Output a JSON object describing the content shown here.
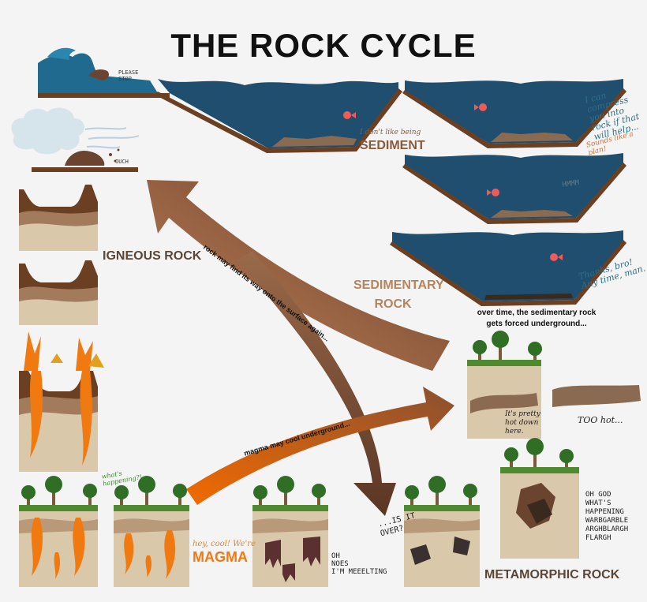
{
  "title": "THE ROCK CYCLE",
  "labels": {
    "sediment": "SEDIMENT",
    "igneous": "IGNEOUS ROCK",
    "sedimentary_line1": "SEDIMENTARY",
    "sedimentary_line2": "ROCK",
    "magma": "MAGMA",
    "metamorphic": "METAMORPHIC ROCK"
  },
  "arrows": {
    "surface": "rock may find its way onto the surface again...",
    "underground": "magma may cool underground..."
  },
  "captions": {
    "forced_line1": "over time, the sedimentary rock",
    "forced_line2": "gets forced underground..."
  },
  "speech": {
    "please_stop": "PLEASE\nSTOP",
    "ouch": "OUCH",
    "dont_like": "I don't like being",
    "compress": "I can\ncompress\nyou into\nrock if that\nwill help...",
    "plan": "Sounds like a\nplan!",
    "hmmm": "HMMM",
    "thanks": "Thanks, bro!\nAny time, man.",
    "pretty_hot": "It's pretty\nhot down\nhere.",
    "too_hot": "TOO hot...",
    "whats_happening": "what's\nhappening?!",
    "hey_cool": "hey, cool! We're",
    "oh_noes": "OH\nNOES\nI'M MEEELTING",
    "is_it_over": "...IS IT\nOVER?",
    "oh_god": "OH GOD\nWHAT'S\nHAPPENING\nWARBGARBLE\nARGHBLARGH\nFLARGH"
  },
  "colors": {
    "water": "#1f4e6e",
    "water_dark": "#173f5a",
    "basin": "#6b3f22",
    "rock_brown": "#6b4430",
    "soil_tan": "#d9c8aa",
    "grass": "#4f8a2f",
    "tree": "#2f6e24",
    "trunk": "#7a5a3a",
    "magma": "#f07a10",
    "arrow_brown": "#7a4a30",
    "arrow_orange": "#f07a10",
    "fish": "#f05a5a"
  }
}
